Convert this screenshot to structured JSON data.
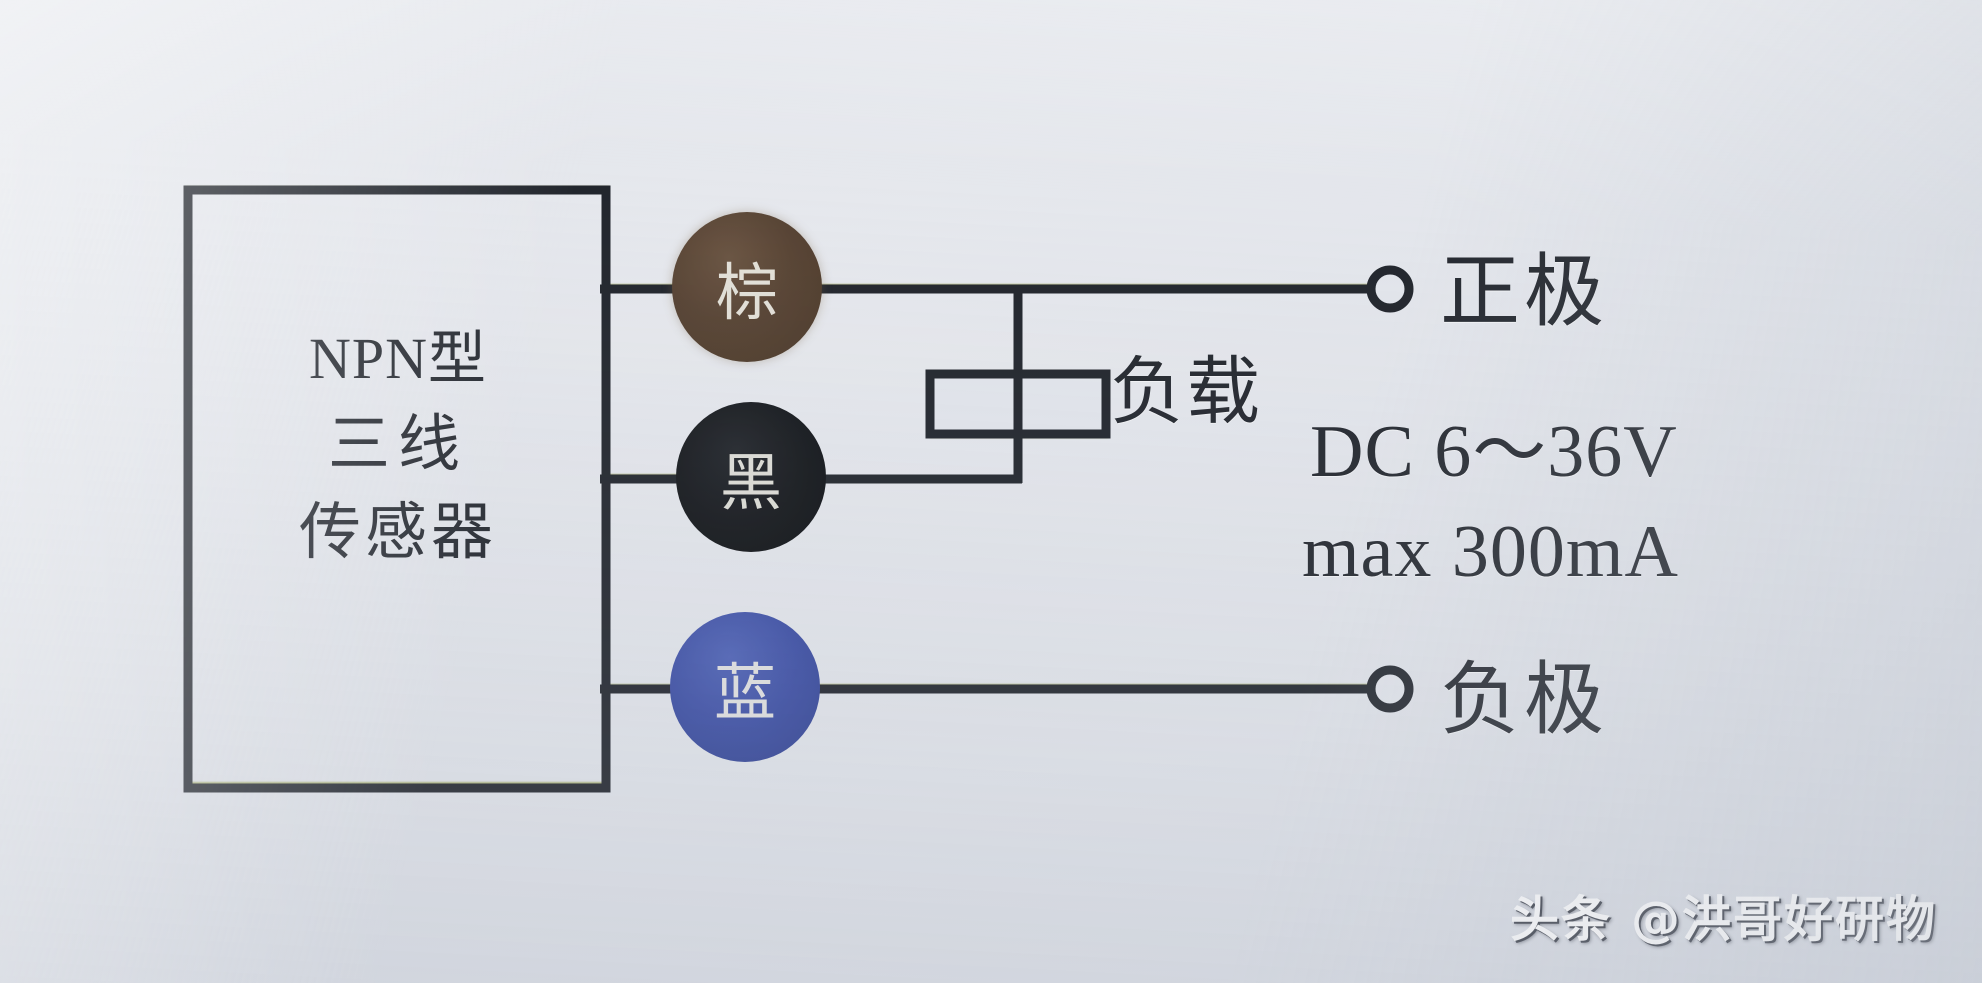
{
  "figure": {
    "kind": "wiring-diagram",
    "title_inside_box": [
      "NPN型",
      "三线",
      "传感器"
    ],
    "background_color": "#e2e5eb",
    "ink_color": "#20242b"
  },
  "sensor_box": {
    "line1": "NPN型",
    "line2": "三线",
    "line3": "传感器"
  },
  "wires": [
    {
      "name": "brown-wire",
      "bead_label": "棕",
      "bead_color": "#584434",
      "terminal": "正极"
    },
    {
      "name": "black-wire",
      "bead_label": "黑",
      "bead_color": "#15181c",
      "terminal": ""
    },
    {
      "name": "blue-wire",
      "bead_label": "蓝",
      "bead_color": "#3c4ea4",
      "terminal": "负极"
    }
  ],
  "beads": {
    "brown": "棕",
    "black": "黑",
    "blue": "蓝"
  },
  "labels": {
    "load": "负载",
    "positive_terminal": "正极",
    "negative_terminal": "负极"
  },
  "specs": {
    "voltage": "DC 6～36V",
    "current": "max 300mA"
  },
  "watermark": {
    "text": "头条 @洪哥好研物"
  }
}
